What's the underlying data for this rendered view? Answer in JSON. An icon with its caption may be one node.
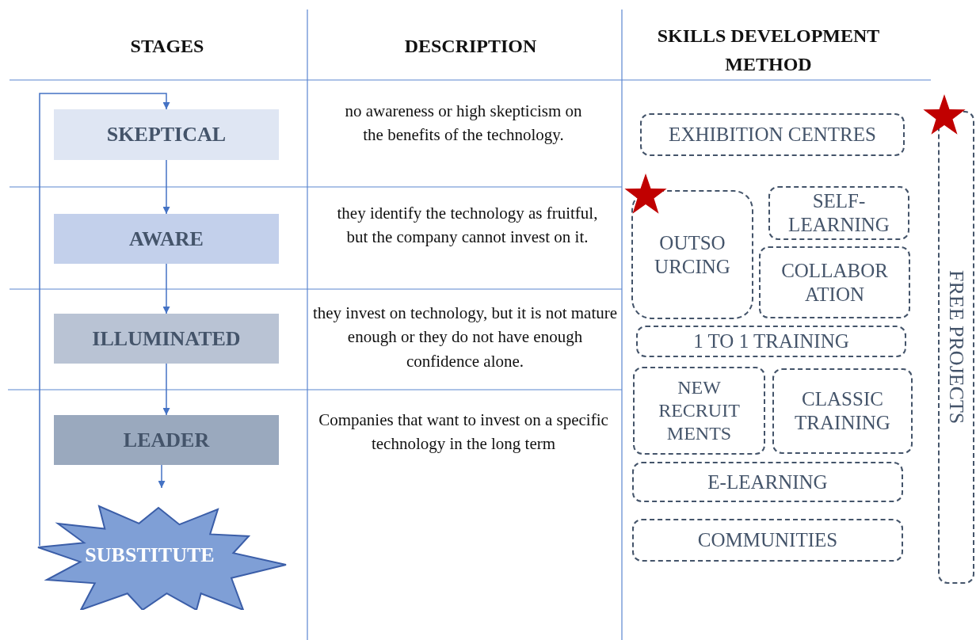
{
  "diagram": {
    "nodes": [
      {
        "text": [
          "SKEPTICAL"
        ]
      },
      {
        "text": [
          "AWARE"
        ]
      },
      {
        "text": [
          "ILLUMINATED"
        ]
      },
      {
        "text": [
          "LEADER"
        ]
      },
      {
        "text": [
          "SUBSTITUTE"
        ]
      },
      {
        "text": [
          "EXHIBITION CENTRES"
        ]
      },
      {
        "text": [
          "OUTSO URCING"
        ]
      },
      {
        "text": [
          "SELF- LEARNING"
        ]
      },
      {
        "text": [
          "COLLABOR ATION"
        ]
      },
      {
        "text": [
          "1 TO 1 TRAINING"
        ]
      },
      {
        "text": [
          "NEW RECRUIT MENTS"
        ]
      },
      {
        "text": [
          "CLASSIC TRAINING"
        ]
      },
      {
        "text": [
          "E-LEARNING"
        ]
      },
      {
        "text": [
          "COMMUNITIES"
        ]
      },
      {
        "text": [
          "FREE PROJECTS"
        ]
      }
    ],
    "edges": [
      {
        "from": 0,
        "to": 1,
        "arrow": "to"
      },
      {
        "from": 1,
        "to": 2,
        "arrow": "to"
      },
      {
        "from": 2,
        "to": 3,
        "arrow": "to"
      },
      {
        "from": 3,
        "to": 4,
        "arrow": "to"
      },
      {
        "from": 4,
        "to": 0,
        "arrow": "to"
      }
    ],
    "labels": [
      "STAGES",
      "DESCRIPTION",
      "SKILLS DEVELOPMENT METHOD",
      "no awareness or high skepticism on the benefits of the technology.",
      "they identify the technology as fruitful, but the company cannot invest on it.",
      "they invest on technology, but it is not mature enough or they do not have enough confidence alone.",
      "Companies that want to invest on a specific technology in the long term"
    ]
  }
}
